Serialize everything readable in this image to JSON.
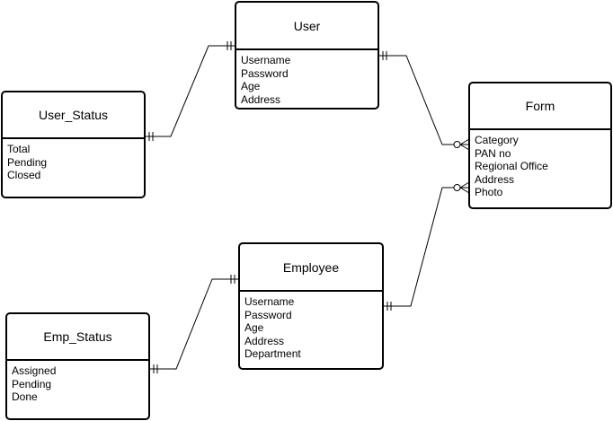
{
  "entities": {
    "user": {
      "name": "User",
      "fields": [
        "Username",
        "Password",
        "Age",
        "Address"
      ]
    },
    "user_status": {
      "name": "User_Status",
      "fields": [
        "Total",
        "Pending",
        "Closed"
      ]
    },
    "form": {
      "name": "Form",
      "fields": [
        "Category",
        "PAN no",
        "Regional Office",
        "Address",
        "Photo"
      ]
    },
    "employee": {
      "name": "Employee",
      "fields": [
        "Username",
        "Password",
        "Age",
        "Address",
        "Department"
      ]
    },
    "emp_status": {
      "name": "Emp_Status",
      "fields": [
        "Assigned",
        "Pending",
        "Done"
      ]
    }
  },
  "relationships": [
    {
      "from": "user_status",
      "to": "user",
      "from_end": "one",
      "to_end": "one"
    },
    {
      "from": "user",
      "to": "form",
      "from_end": "one",
      "to_end": "many"
    },
    {
      "from": "employee",
      "to": "form",
      "from_end": "one",
      "to_end": "many"
    },
    {
      "from": "emp_status",
      "to": "employee",
      "from_end": "one",
      "to_end": "one"
    }
  ],
  "colors": {
    "stroke": "#000000",
    "background": "#ffffff"
  }
}
